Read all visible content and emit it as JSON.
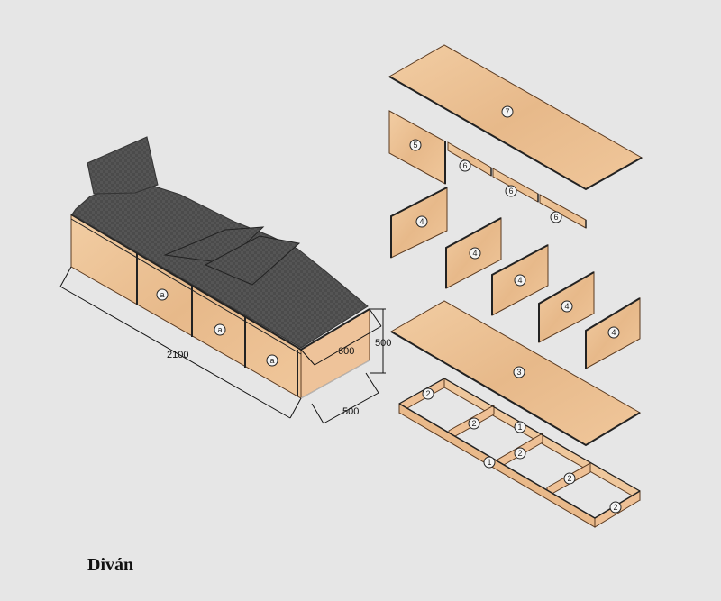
{
  "title": "Diván",
  "colors": {
    "background": "#e6e6e6",
    "wood": "#e8b98a",
    "wood_light": "#f0c89c",
    "wood_edge": "#5a3a20",
    "cushion": "#4a4a4a",
    "cushion_dark": "#383838",
    "line": "#111111"
  },
  "assembled_view": {
    "dimensions": {
      "length": "2100",
      "depth": "600",
      "height": "500",
      "base_depth": "500"
    },
    "drawer_label": "a",
    "drawer_count": 3
  },
  "parts": [
    {
      "id": "7",
      "name": "top-board"
    },
    {
      "id": "5",
      "name": "end-panel"
    },
    {
      "id": "6",
      "name": "rail-1"
    },
    {
      "id": "6",
      "name": "rail-2"
    },
    {
      "id": "6",
      "name": "rail-3"
    },
    {
      "id": "4",
      "name": "drawer-front-1"
    },
    {
      "id": "4",
      "name": "drawer-front-2"
    },
    {
      "id": "4",
      "name": "drawer-front-3"
    },
    {
      "id": "4",
      "name": "drawer-front-4"
    },
    {
      "id": "4",
      "name": "drawer-front-5"
    },
    {
      "id": "3",
      "name": "bottom-board"
    },
    {
      "id": "2",
      "name": "frame-cross-1"
    },
    {
      "id": "2",
      "name": "frame-cross-2"
    },
    {
      "id": "2",
      "name": "frame-cross-3"
    },
    {
      "id": "2",
      "name": "frame-cross-4"
    },
    {
      "id": "2",
      "name": "frame-cross-5"
    },
    {
      "id": "1",
      "name": "frame-long-back"
    },
    {
      "id": "1",
      "name": "frame-long-front"
    }
  ]
}
